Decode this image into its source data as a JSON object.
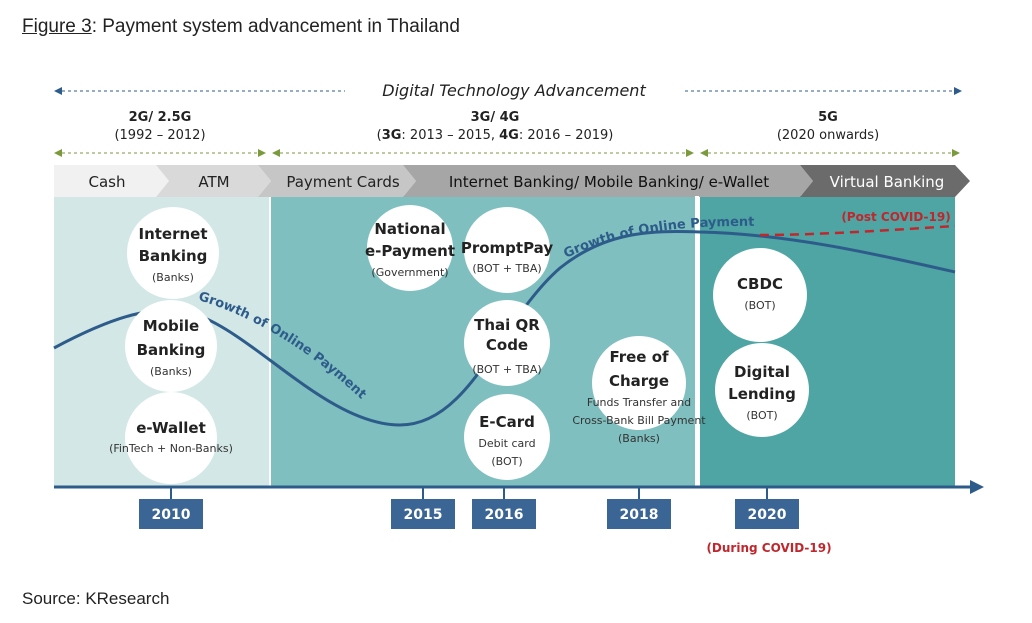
{
  "figure": {
    "label": "Figure 3",
    "title": ": Payment system advancement in Thailand"
  },
  "source": {
    "label": "Source:",
    "text": " KResearch"
  },
  "header": {
    "advancement": "Digital Technology Advancement"
  },
  "eras": [
    {
      "name": "2G/ 2.5G",
      "years": "(1992 – 2012)"
    },
    {
      "name": "3G/ 4G",
      "years_a": "(",
      "years_b": "3G",
      "years_c": ": 2013 – 2015, ",
      "years_d": "4G",
      "years_e": ": 2016 – 2019)"
    },
    {
      "name": "5G",
      "years": "(2020 onwards)"
    }
  ],
  "stages": [
    "Cash",
    "ATM",
    "Payment Cards",
    "Internet Banking/ Mobile Banking/ e-Wallet",
    "Virtual Banking"
  ],
  "curve": {
    "label": "Growth of Online Payment",
    "post_covid": "(Post COVID-19)",
    "color": "#2e5c8a",
    "post_color": "#c0272d"
  },
  "circles": {
    "internet_banking": {
      "line1": "Internet",
      "line2": "Banking",
      "sub": "(Banks)"
    },
    "mobile_banking": {
      "line1": "Mobile",
      "line2": "Banking",
      "sub": "(Banks)"
    },
    "ewallet": {
      "line1": "e-Wallet",
      "sub": "(FinTech + Non-Banks)"
    },
    "national_epayment": {
      "line1": "National",
      "line2": "e-Payment",
      "sub": "(Government)"
    },
    "promptpay": {
      "line1": "PromptPay",
      "sub": "(BOT + TBA)"
    },
    "thai_qr": {
      "line1": "Thai QR",
      "line2": "Code",
      "sub": "(BOT + TBA)"
    },
    "ecard": {
      "line1": "E-Card",
      "sub1": "Debit card",
      "sub2": "(BOT)"
    },
    "free_charge": {
      "line1": "Free of",
      "line2": "Charge",
      "sub1": "Funds Transfer and",
      "sub2": "Cross-Bank Bill Payment",
      "sub3": "(Banks)"
    },
    "cbdc": {
      "line1": "CBDC",
      "sub": "(BOT)"
    },
    "digital_lending": {
      "line1": "Digital",
      "line2": "Lending",
      "sub": "(BOT)"
    }
  },
  "years": [
    "2010",
    "2015",
    "2016",
    "2018",
    "2020"
  ],
  "during_covid": "(During COVID-19)",
  "colors": {
    "panel_light": "#d2e7e6",
    "panel_mid": "#7fbfbf",
    "panel_dark": "#4ea5a3",
    "axis": "#2e5c8a",
    "year_box": "#3a6594",
    "arrow_light": "#f1f1f1",
    "arrow_mid": "#c6c6c6",
    "arrow_dark": "#8a8a8a",
    "arrow_darker": "#6b6b6b",
    "green_arrow": "#7a9a3c",
    "red": "#c0272d"
  }
}
